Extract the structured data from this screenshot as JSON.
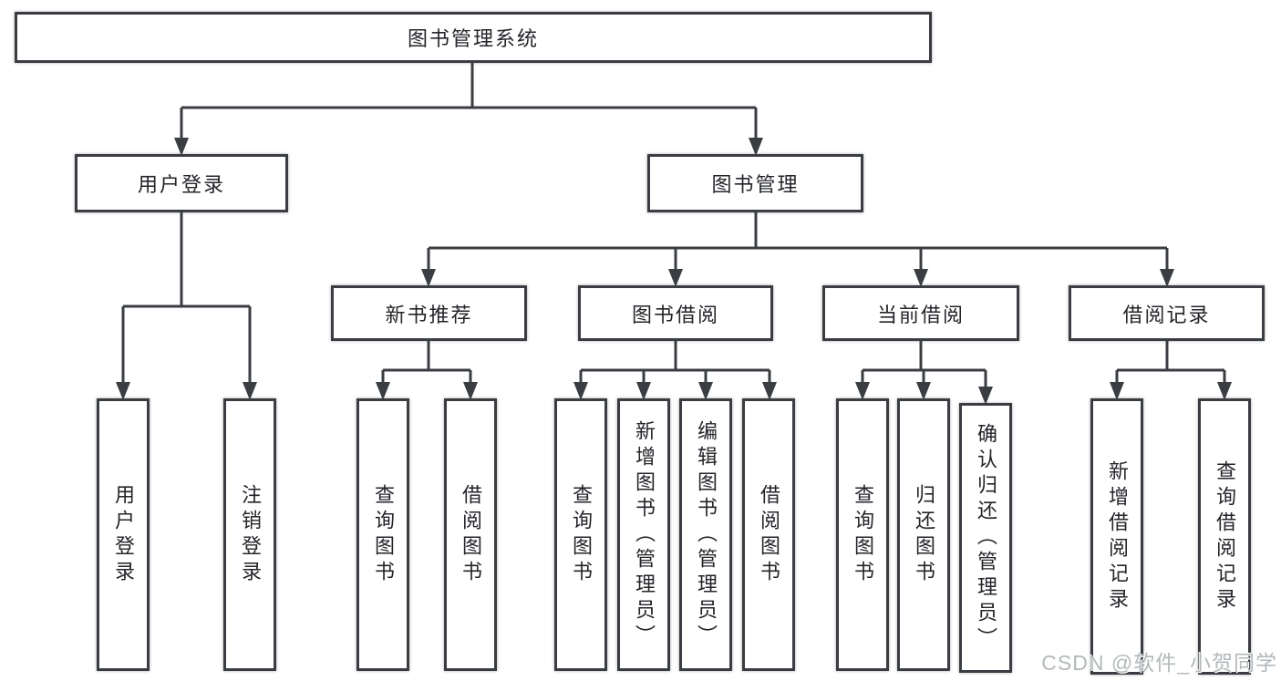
{
  "diagram": {
    "type": "hierarchy-flowchart",
    "root": {
      "label": "图书管理系统"
    },
    "level2": [
      {
        "label": "用户登录"
      },
      {
        "label": "图书管理"
      }
    ],
    "level3": [
      {
        "label": "新书推荐",
        "parent": "图书管理"
      },
      {
        "label": "图书借阅",
        "parent": "图书管理"
      },
      {
        "label": "当前借阅",
        "parent": "图书管理"
      },
      {
        "label": "借阅记录",
        "parent": "图书管理"
      }
    ],
    "leaves": [
      {
        "label": "用户登录",
        "parent": "用户登录"
      },
      {
        "label": "注销登录",
        "parent": "用户登录"
      },
      {
        "label": "查询图书",
        "parent": "新书推荐"
      },
      {
        "label": "借阅图书",
        "parent": "新书推荐"
      },
      {
        "label": "查询图书",
        "parent": "图书借阅"
      },
      {
        "label": "新增图书（管理员）",
        "parent": "图书借阅"
      },
      {
        "label": "编辑图书（管理员）",
        "parent": "图书借阅"
      },
      {
        "label": "借阅图书",
        "parent": "图书借阅"
      },
      {
        "label": "查询图书",
        "parent": "当前借阅"
      },
      {
        "label": "归还图书",
        "parent": "当前借阅"
      },
      {
        "label": "确认归还（管理员）",
        "parent": "当前借阅"
      },
      {
        "label": "新增借阅记录",
        "parent": "借阅记录"
      },
      {
        "label": "查询借阅记录",
        "parent": "借阅记录"
      }
    ]
  },
  "watermark": "CSDN @软件_小贺同学",
  "colors": {
    "line": "#3a3d41",
    "text": "#232529",
    "watermark": "#b3b9bb",
    "background": "#ffffff"
  }
}
